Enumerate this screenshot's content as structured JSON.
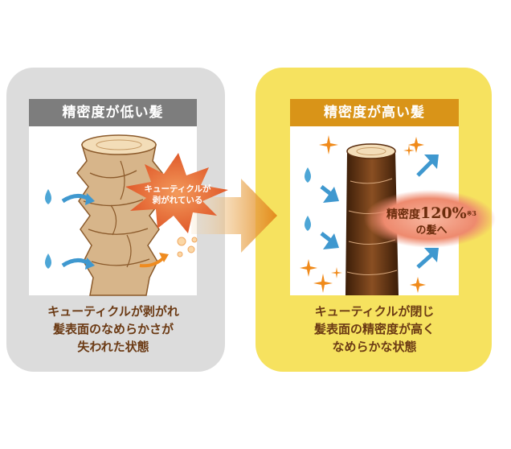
{
  "left_panel": {
    "header": "精密度が低い髪",
    "burst_label_line1": "キューティクルが",
    "burst_label_line2": "剥がれている",
    "caption_lines": [
      "キューティクルが剥がれ",
      "髪表面のなめらかさが",
      "失われた状態"
    ],
    "background_color": "#dcdcdc",
    "header_color": "#7d7d7d"
  },
  "right_panel": {
    "header": "精密度が高い髪",
    "bubble_label_prefix": "精密度",
    "bubble_value": "120%",
    "bubble_note": "※3",
    "bubble_label_line2": "の髪へ",
    "caption_lines": [
      "キューティクルが閉じ",
      "髪表面の精密度が高く",
      "なめらかな状態"
    ],
    "background_color": "#f6e25f",
    "header_color": "#d99418"
  },
  "icons": {
    "transition_arrow": "orange-right-arrow-icon",
    "water_drop": "water-drop-icon",
    "sparkle": "sparkle-icon",
    "flow_arrow": "blue-flow-arrow-icon"
  }
}
